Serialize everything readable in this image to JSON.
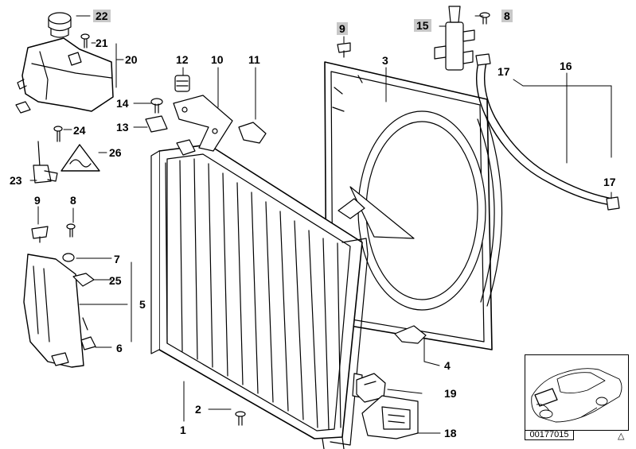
{
  "callouts": {
    "c22": "22",
    "c21": "21",
    "c20": "20",
    "c14": "14",
    "c24": "24",
    "c13": "13",
    "c26": "26",
    "c23": "23",
    "c9a": "9",
    "c8a": "8",
    "c12": "12",
    "c10": "10",
    "c11": "11",
    "c9b": "9",
    "c3": "3",
    "c15": "15",
    "c8b": "8",
    "c16": "16",
    "c17a": "17",
    "c17b": "17",
    "c7": "7",
    "c25": "25",
    "c5": "5",
    "c6": "6",
    "c4": "4",
    "c19": "19",
    "c2": "2",
    "c1": "1",
    "c18": "18"
  },
  "highlighted_callouts": [
    "22",
    "9",
    "15",
    "8"
  ],
  "footer": {
    "document_number": "00177015",
    "corner_mark": "△"
  },
  "colors": {
    "line": "#000000",
    "highlight": "#c8c8c8",
    "background": "#ffffff"
  }
}
